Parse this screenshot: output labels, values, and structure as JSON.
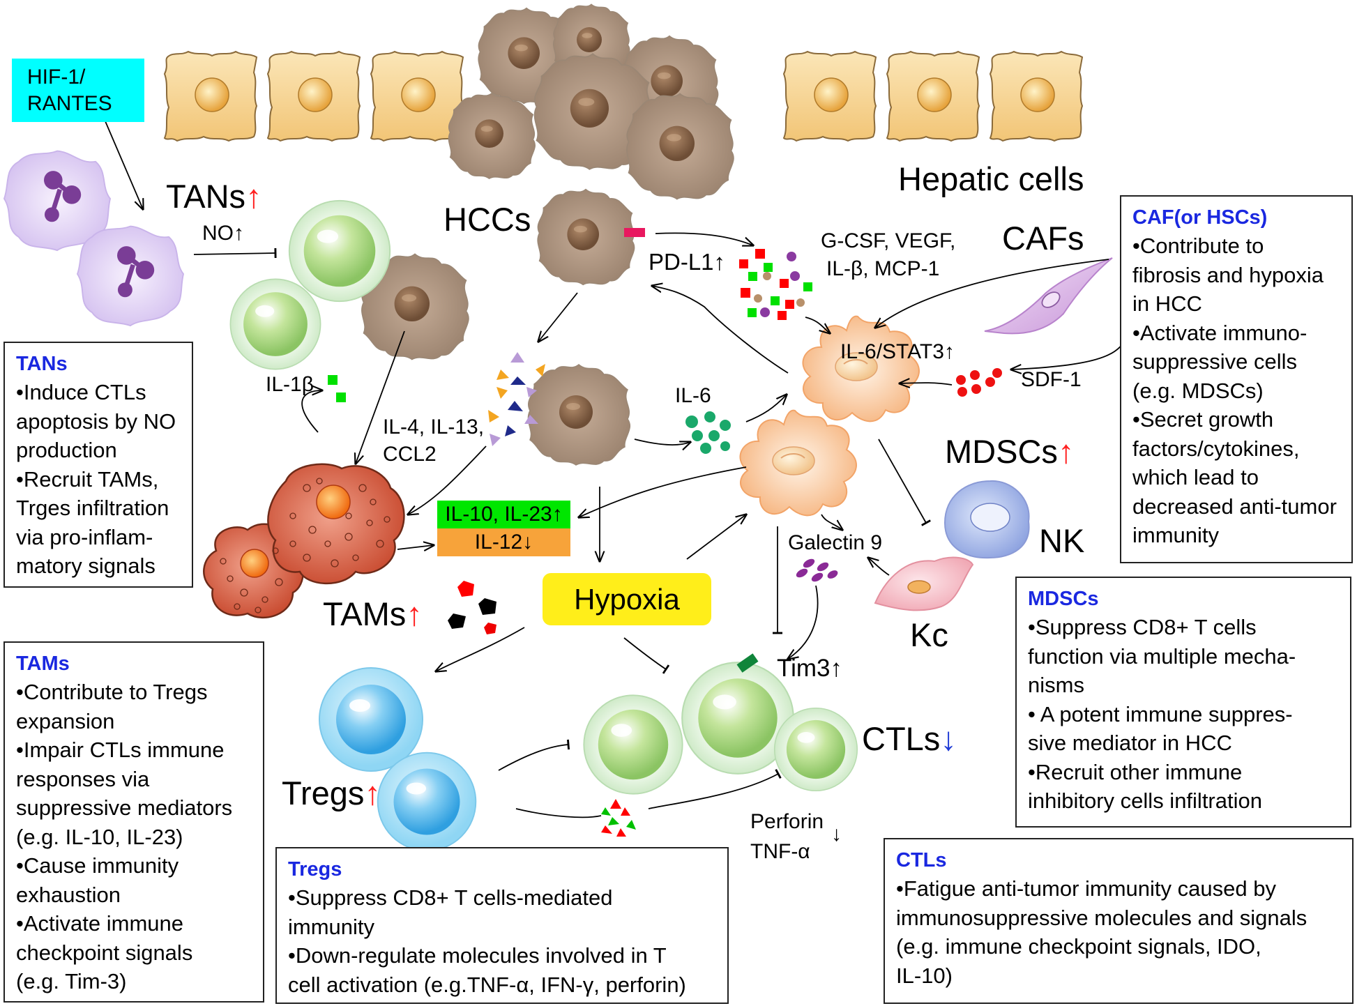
{
  "labels": {
    "hif": "HIF-1/ RANTES",
    "tans": "TANs",
    "no": "NO↑",
    "hccs": "HCCs",
    "hepatic": "Hepatic cells",
    "pdl1": "PD-L1↑",
    "gcsf": "G-CSF, VEGF,",
    "ilb_mcp": "IL-β, MCP-1",
    "cafs": "CAFs",
    "il6stat3": "IL-6/STAT3↑",
    "sdf1": "SDF-1",
    "il1b": "IL-1β",
    "il6": "IL-6",
    "il4": "IL-4, IL-13,",
    "ccl2": "CCL2",
    "mdscs": "MDSCs",
    "il10_23": "IL-10, IL-23↑",
    "il12": "IL-12↓",
    "galectin": "Galectin 9",
    "nk": "NK",
    "tams": "TAMs",
    "hypoxia": "Hypoxia",
    "kc": "Kc",
    "tim3": "Tim3",
    "ctls": "CTLs",
    "tregs": "Tregs",
    "perforin": "Perforin",
    "tnfa": "TNF-α",
    "up_arrow": "↑",
    "down_arrow": "↓",
    "thick_up_arrow": "↑"
  },
  "boxes": {
    "tans": {
      "title": "TANs",
      "lines": [
        "•Induce CTLs",
        "apoptosis by NO",
        "production",
        "•Recruit TAMs,",
        "Trges infiltration",
        "via pro-inflam-",
        "matory signals"
      ]
    },
    "caf": {
      "title": "CAF(or HSCs)",
      "lines": [
        "•Contribute to",
        "fibrosis and hypoxia",
        "in HCC",
        "•Activate immuno-",
        "suppressive cells",
        "(e.g. MDSCs)",
        "•Secret growth",
        "factors/cytokines,",
        "which lead to",
        "decreased anti-tumor",
        "immunity"
      ]
    },
    "mdscs": {
      "title": "MDSCs",
      "lines": [
        "•Suppress CD8+ T cells",
        "function via multiple mecha-",
        "nisms",
        "• A potent immune suppres-",
        "sive mediator in HCC",
        "•Recruit other immune",
        "inhibitory cells infiltration"
      ]
    },
    "tams": {
      "title": "TAMs",
      "lines": [
        "•Contribute to Tregs",
        "expansion",
        "•Impair CTLs immune",
        "responses via",
        "suppressive mediators",
        "(e.g. IL-10, IL-23)",
        "•Cause immunity",
        "exhaustion",
        "•Activate immune",
        "checkpoint signals",
        "(e.g. Tim-3)"
      ]
    },
    "tregs": {
      "title": "Tregs",
      "lines": [
        "•Suppress CD8+ T cells-mediated",
        "immunity",
        "•Down-regulate molecules involved in T",
        "cell activation (e.g.TNF-α, IFN-γ, perforin)"
      ]
    },
    "ctls": {
      "title": "CTLs",
      "lines": [
        "•Fatigue anti-tumor immunity caused by",
        "immunosuppressive molecules and signals",
        "(e.g. immune checkpoint signals, IDO,",
        "IL-10)"
      ]
    }
  },
  "colors": {
    "hif_bg": "#00ffff",
    "box_title": "#1a28e0",
    "up_red": "#ff2020",
    "down_blue": "#1f3bd6",
    "il10_bar": "#00e600",
    "il12_bar": "#f7a33a",
    "hypoxia": "#ffee1a",
    "hepatic_cell": "#f5d08a",
    "tumor_cell": "#b09a88",
    "t_cell": "#b8e6a8",
    "treg": "#7fd0f5",
    "mdsc": "#fbd0a8",
    "tan": "#e4d6f6",
    "tam": "#cf5a3c",
    "caf": "#d9b3e3",
    "nk": "#9fb3e8",
    "kc": "#f6c0c8",
    "pd_l1": "#e8185f",
    "tim3": "#10853a"
  }
}
